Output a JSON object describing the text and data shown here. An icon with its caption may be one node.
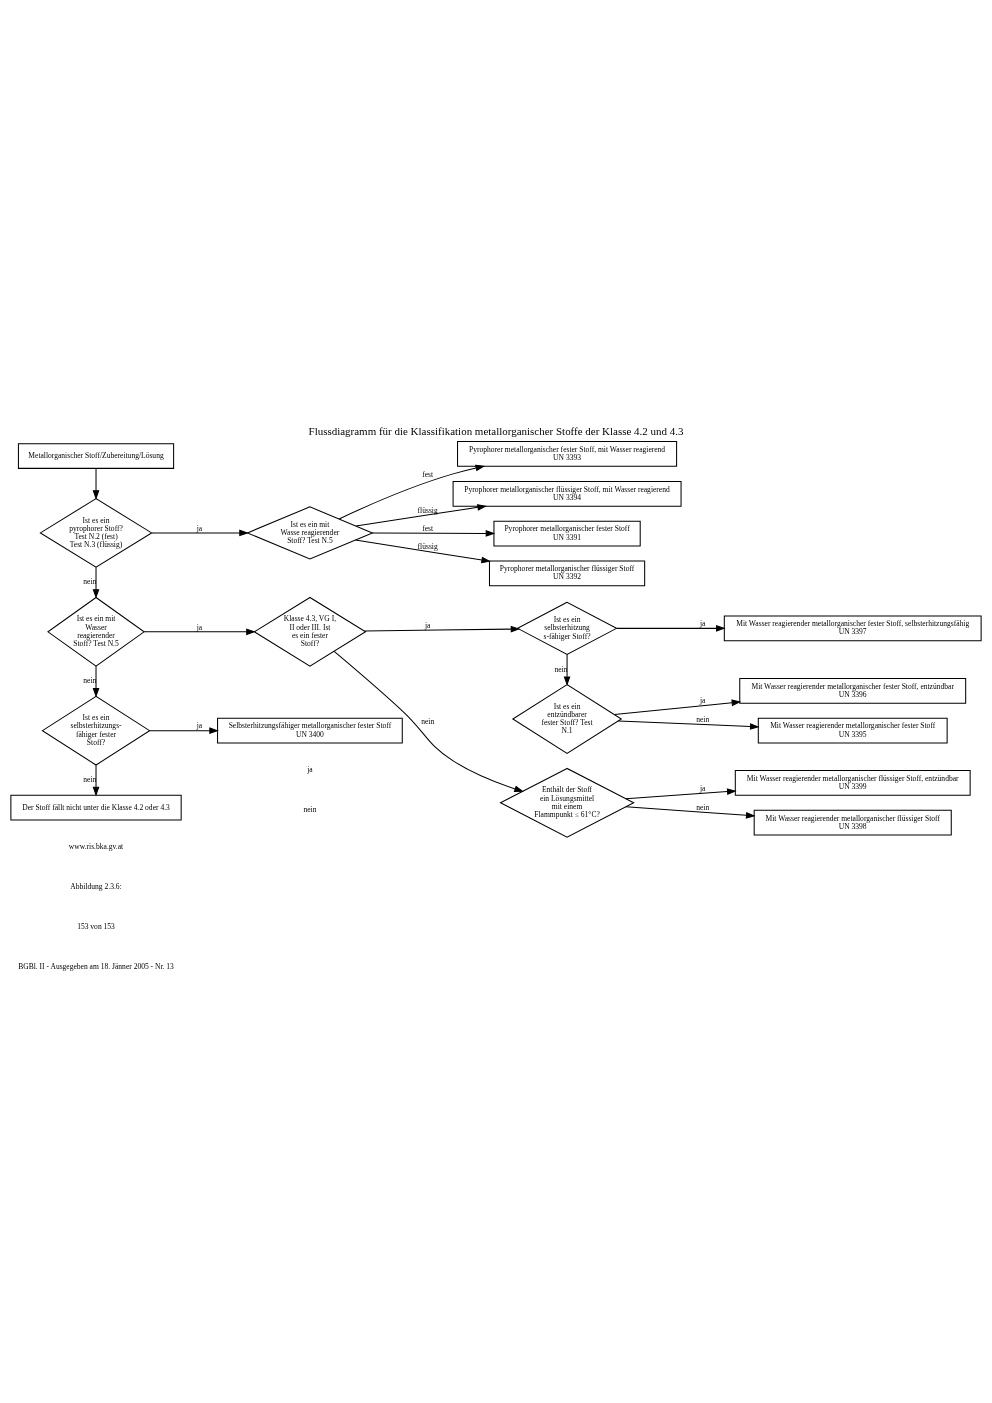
{
  "diagram": {
    "title": "Flussdiagramm für die Klassifikation metallorganischer Stoffe der Klasse 4.2 und 4.3",
    "nodes": [
      {
        "text": [
          "Metallorganischer Stoff/Zubereitung/Lösung"
        ]
      },
      {
        "text": [
          "Ist es ein pyrophorer Stoff? Test N.2 (fest) Test N.3 (flüssig)"
        ]
      },
      {
        "text": [
          "Ist es ein mit Wasse reagierender Stoff? Test N.5"
        ]
      },
      {
        "text": [
          "Pyrophorer metallorganischer fester Stoff",
          "UN 3391"
        ]
      },
      {
        "text": [
          "Pyrophorer metallorganischer flüssiger Stoff",
          "UN 3392"
        ]
      },
      {
        "text": [
          "Pyrophorer metallorganischer fester Stoff, mit Wasser reagierend",
          "UN 3393"
        ]
      },
      {
        "text": [
          "Pyrophorer metallorganischer flüssiger Stoff, mit Wasser reagierend",
          "UN 3394"
        ]
      },
      {
        "text": [
          "Mit Wasser reagierender metallorganischer fester Stoff",
          "UN 3395"
        ]
      },
      {
        "text": [
          "Ist es ein entzündbarer fester Stoff? Test N.1"
        ]
      },
      {
        "text": [
          "Mit Wasser reagierender metallorganischer fester Stoff, entzündbar",
          "UN 3396"
        ]
      },
      {
        "text": [
          "Ist es ein selbsterhitzung s-fähiger Stoff?"
        ]
      },
      {
        "text": [
          "Mit Wasser reagierender metallorganischer fester Stoff, selbsterhitzungsfähig",
          "UN 3397"
        ]
      },
      {
        "text": [
          "Ist es ein mit Wasser reagierender Stoff? Test N.5"
        ]
      },
      {
        "text": [
          "Klasse 4.3, VG I, II oder III. Ist es ein fester Stoff?"
        ]
      },
      {
        "text": [
          "Mit Wasser reagierender metallorganischer flüssiger Stoff",
          "UN 3398"
        ]
      },
      {
        "text": [
          "Enthält der Stoff ein Lösungsmittel mit einem Flammpunkt ≤ 61°C?"
        ]
      },
      {
        "text": [
          "Mit Wasser reagierender metallorganischer flüssiger Stoff, entzündbar",
          "UN 3399"
        ]
      },
      {
        "text": [
          "Ist es ein selbsterhitzungs- fähiger fester Stoff?"
        ]
      },
      {
        "text": [
          "Selbsterhitzungsfähiger metallorganischer fester Stoff",
          "UN 3400"
        ]
      },
      {
        "text": [
          "Der Stoff fällt nicht unter die Klasse 4.2 oder 4.3"
        ]
      }
    ],
    "edges": [
      {
        "from": 0,
        "to": 1,
        "arrow": "to"
      },
      {
        "from": 1,
        "to": 2,
        "arrow": "to",
        "label": "ja"
      },
      {
        "from": 1,
        "to": 12,
        "arrow": "to",
        "label": "nein"
      },
      {
        "from": 2,
        "to": 3,
        "arrow": "to",
        "label": "fest"
      },
      {
        "from": 2,
        "to": 4,
        "arrow": "to",
        "label": "flüssig"
      },
      {
        "from": 2,
        "to": 5,
        "arrow": "to",
        "label": "fest"
      },
      {
        "from": 2,
        "to": 6,
        "arrow": "to",
        "label": "flüssig"
      },
      {
        "from": 8,
        "to": 7,
        "arrow": "to",
        "label": "nein"
      },
      {
        "from": 8,
        "to": 9,
        "arrow": "to",
        "label": "ja"
      },
      {
        "from": 10,
        "to": 8,
        "arrow": "to",
        "label": "nein"
      },
      {
        "from": 10,
        "to": 11,
        "arrow": "to",
        "label": "ja"
      },
      {
        "from": 12,
        "to": 13,
        "arrow": "to",
        "label": "ja"
      },
      {
        "from": 12,
        "to": 17,
        "arrow": "to",
        "label": "nein"
      },
      {
        "from": 13,
        "to": 10,
        "arrow": "to",
        "label": "ja"
      },
      {
        "from": 13,
        "to": 15,
        "arrow": "to",
        "label": "nein"
      },
      {
        "from": 15,
        "to": 14,
        "arrow": "to",
        "label": "nein"
      },
      {
        "from": 15,
        "to": 16,
        "arrow": "to",
        "label": "ja"
      },
      {
        "from": 17,
        "to": 18,
        "arrow": "to",
        "label": "ja"
      },
      {
        "from": 17,
        "to": 19,
        "arrow": "to",
        "label": "nein"
      }
    ],
    "labels": [
      "BGBl. II - Ausgegeben am 18. Jänner 2005 - Nr. 13",
      "153 von 153",
      "Abbildung 2.3.6:",
      "nein",
      "ja",
      "www.ris.bka.gv.at"
    ]
  }
}
